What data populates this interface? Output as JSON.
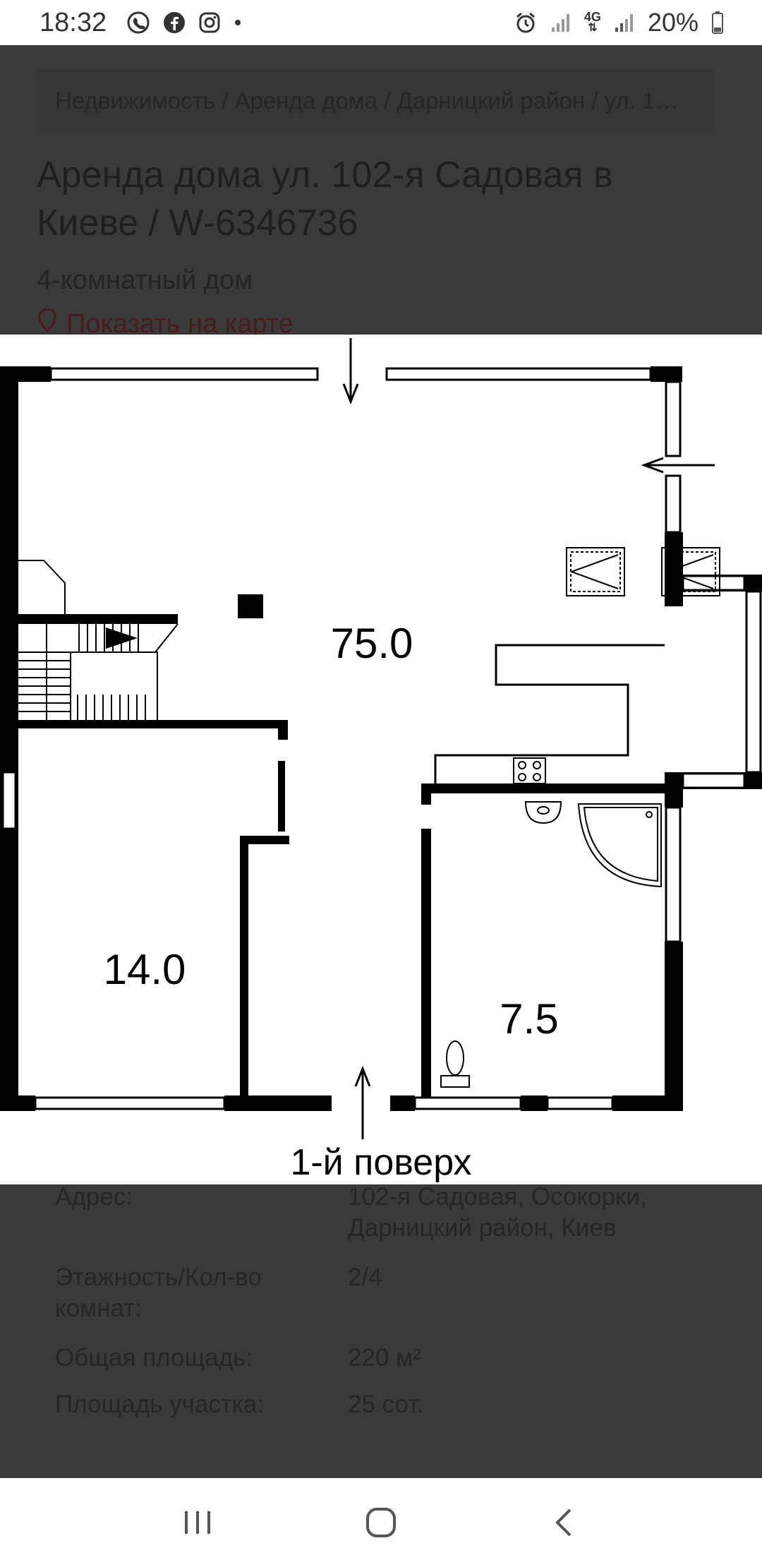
{
  "status_bar": {
    "time": "18:32",
    "battery": "20%",
    "network": "4G",
    "icons": [
      "viber-icon",
      "facebook-icon",
      "instagram-icon",
      "alarm-icon",
      "signal-icon",
      "battery-icon"
    ]
  },
  "listing": {
    "breadcrumb": "Недвижимость / Аренда дома / Дарницкий район / ул. 1…",
    "title_line1": "Аренда дома ул. 102-я Садовая в",
    "title_line2": "Киеве / W-6346736",
    "subtitle": "4-комнатный дом",
    "map_link": "Показать на карте"
  },
  "floorplan": {
    "room_main": "75.0",
    "room_left": "14.0",
    "room_bath": "7.5",
    "floor_label": "1-й поверх"
  },
  "details": [
    {
      "label": "Адрес:",
      "value_line1": "102-я Садовая, Осокорки,",
      "value_line2": "Дарницкий район, Киев"
    },
    {
      "label_line1": "Этажность/Кол-во",
      "label_line2": "комнат:",
      "value": "2/4"
    },
    {
      "label": "Общая площадь:",
      "value": "220 м²"
    },
    {
      "label": "Площадь участка:",
      "value": "25 сот."
    }
  ],
  "colors": {
    "dim_background": "#3a3a3a",
    "map_link": "#4a1b1b"
  }
}
